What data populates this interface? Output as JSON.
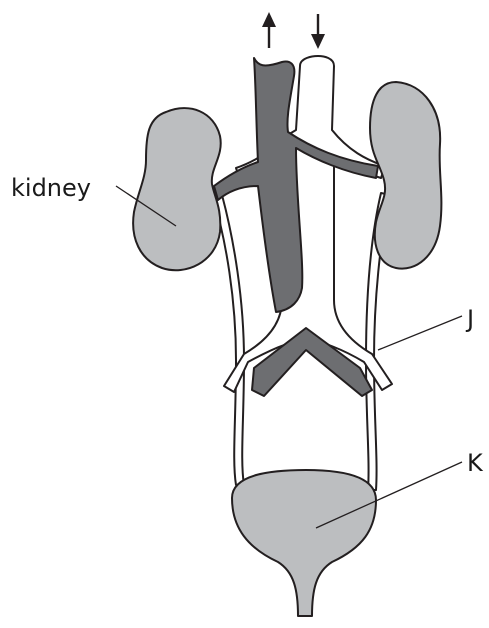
{
  "labels": {
    "kidney": "kidney",
    "j": "J",
    "k": "K"
  },
  "arrows": {
    "up_arrow_icon": "arrow-up-icon",
    "down_arrow_icon": "arrow-down-icon"
  },
  "colors": {
    "outline": "#231f20",
    "organ_fill": "#bcbec0",
    "dark_vessel": "#6d6e71",
    "light_vessel": "#ffffff"
  }
}
